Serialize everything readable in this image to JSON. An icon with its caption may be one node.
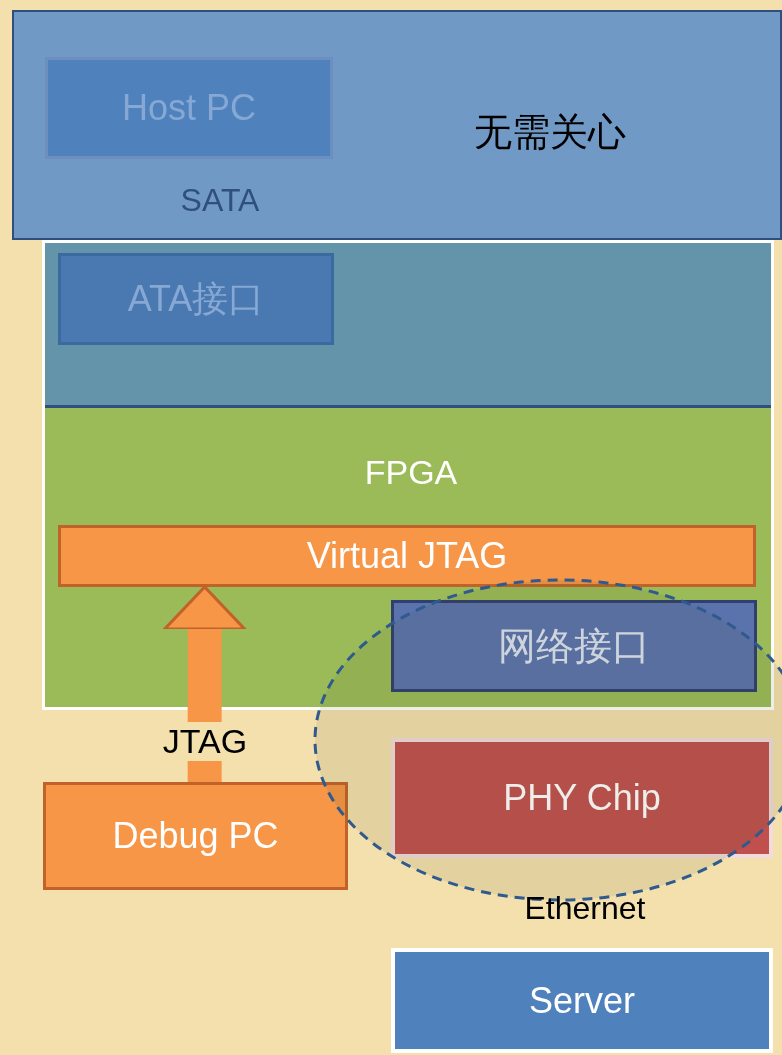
{
  "diagram": {
    "nodes": [
      {
        "text": [
          "无需关心"
        ]
      },
      {
        "text": [
          "Host PC"
        ],
        "in": 0
      },
      {
        "text": [
          "FPGA"
        ]
      },
      {
        "text": [
          "ATA接口"
        ],
        "in": 2
      },
      {
        "text": [
          "Virtual JTAG"
        ],
        "in": 2
      },
      {
        "text": [
          "网络接口"
        ],
        "in": 2
      },
      {
        "text": [
          "PHY Chip"
        ]
      },
      {
        "text": [
          "Debug PC"
        ]
      },
      {
        "text": [
          "Server"
        ]
      }
    ],
    "edges": [
      {
        "from": 7,
        "to": 4,
        "arrow": "to",
        "label": "JTAG"
      }
    ],
    "labels": [
      "SATA",
      "Ethernet"
    ]
  }
}
